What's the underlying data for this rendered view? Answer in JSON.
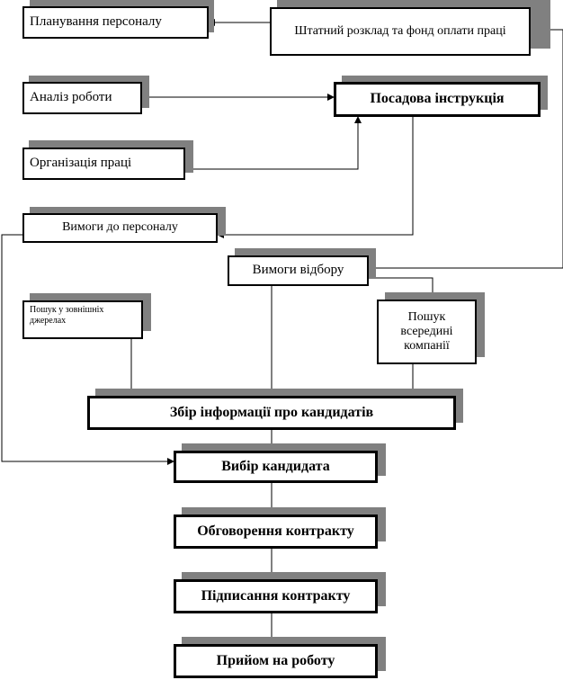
{
  "boxes": {
    "planning": "Планування персоналу",
    "staffing": "Штатний розклад та фонд оплати праці",
    "job_analysis": "Аналіз роботи",
    "job_description": "Посадова інструкція",
    "work_organization": "Організація праці",
    "personnel_requirements": "Вимоги до персоналу",
    "selection_requirements": "Вимоги відбору",
    "external_search": "Пошук у зовнішніх джерелах",
    "internal_search": "Пошук всередині компанії",
    "candidate_info": "Збір інформації про кандидатів",
    "candidate_choice": "Вибір кандидата",
    "contract_discussion": "Обговорення контракту",
    "contract_signing": "Підписання контракту",
    "hiring": "Прийом на роботу"
  }
}
